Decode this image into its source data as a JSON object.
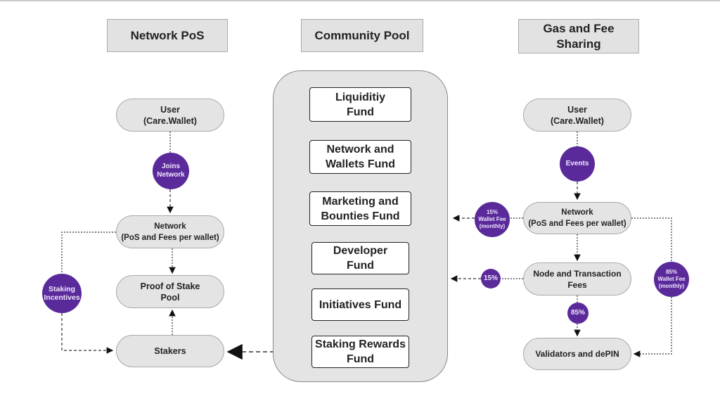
{
  "headers": {
    "left": "Network PoS",
    "center": "Community Pool",
    "right": "Gas and Fee Sharing"
  },
  "left": {
    "user": "User\n(Care.Wallet)",
    "joins": "Joins Network",
    "network": "Network\n(PoS and Fees per wallet)",
    "pool": "Proof of Stake\nPool",
    "stakers": "Stakers",
    "incentives": "Staking Incentives"
  },
  "funds": [
    "Liquiditiy Fund",
    "Network and Wallets Fund",
    "Marketing and Bounties Fund",
    "Developer Fund",
    "Initiatives Fund",
    "Staking Rewards Fund"
  ],
  "right": {
    "user": "User\n(Care.Wallet)",
    "events": "Events",
    "network": "Network\n(PoS and Fees per wallet)",
    "node": "Node and Transaction\nFees",
    "validators": "Validators and dePIN",
    "wallet15": "15%\nWallet Fee\n(monthly)",
    "fee15": "15%",
    "fee85": "85%",
    "wallet85": "85%\nWallet Fee\n(monthly)"
  },
  "colors": {
    "accent": "#5b2a9a",
    "node_fill": "#e4e4e4"
  }
}
